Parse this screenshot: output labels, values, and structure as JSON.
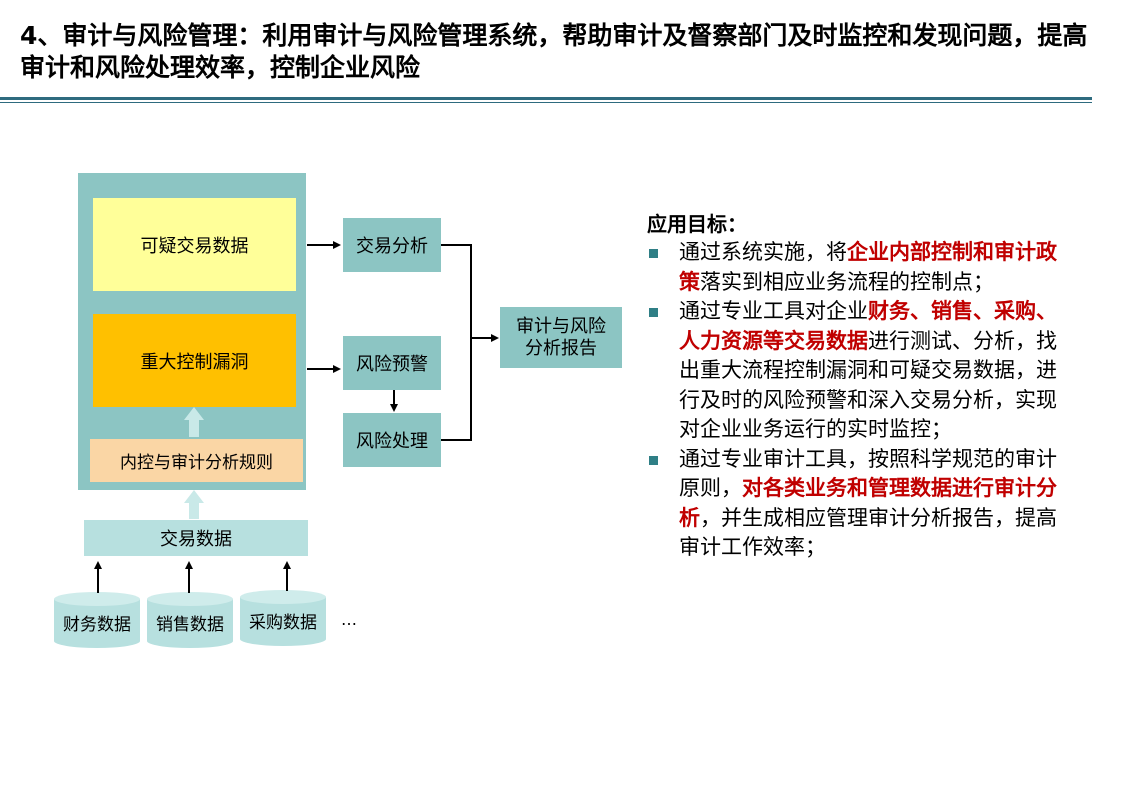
{
  "title": "4、审计与风险管理：利用审计与风险管理系统，帮助审计及督察部门及时监控和发现问题，提高审计和风险处理效率，控制企业风险",
  "diagram": {
    "suspicious_data": "可疑交易数据",
    "control_gaps": "重大控制漏洞",
    "rules": "内控与审计分析规则",
    "transaction_data": "交易数据",
    "trade_analysis": "交易分析",
    "risk_warning": "风险预警",
    "risk_handling": "风险处理",
    "report": "审计与风险分析报告",
    "sources": [
      "财务数据",
      "销售数据",
      "采购数据"
    ],
    "ellipsis": "…"
  },
  "goals": {
    "heading": "应用目标：",
    "items": [
      [
        {
          "t": "通过系统实施，将",
          "hl": false
        },
        {
          "t": "企业内部控制和审计政策",
          "hl": true
        },
        {
          "t": "落实到相应业务流程的控制点；",
          "hl": false
        }
      ],
      [
        {
          "t": "通过专业工具对企业",
          "hl": false
        },
        {
          "t": "财务、销售、采购、人力资源等交易数据",
          "hl": true
        },
        {
          "t": "进行测试、分析，找出重大流程控制漏洞和可疑交易数据，进行及时的风险预警和深入交易分析，实现对企业业务运行的实时监控；",
          "hl": false
        }
      ],
      [
        {
          "t": "通过专业审计工具，按照科学规范的审计原则，",
          "hl": false
        },
        {
          "t": "对各类业务和管理数据进行审计分析",
          "hl": true
        },
        {
          "t": "，并生成相应管理审计分析报告，提高审计工作效率；",
          "hl": false
        }
      ]
    ]
  },
  "colors": {
    "teal": "#8cc5c3",
    "yellow": "#ffff99",
    "orange": "#ffc000",
    "peach": "#fad6a5",
    "light_teal": "#b7e0df",
    "highlight_red": "#c00000",
    "rule": "#2e6b7f"
  }
}
